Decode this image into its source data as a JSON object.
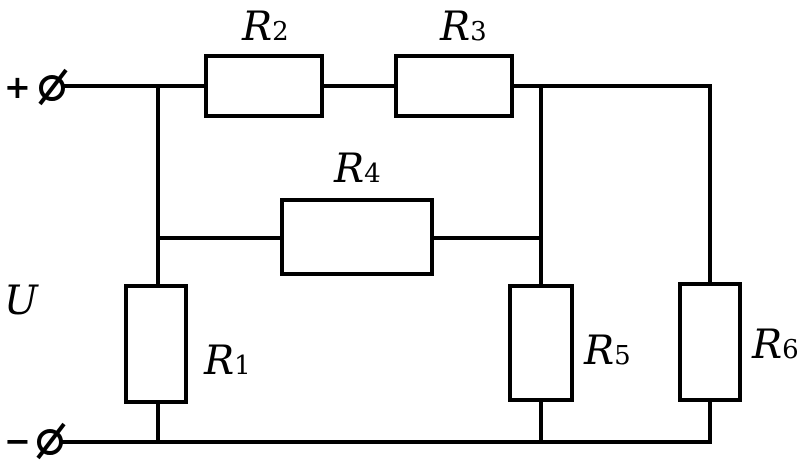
{
  "diagram": {
    "voltage_label": "U",
    "plus_sign": "+",
    "minus_sign": "−",
    "resistors": [
      {
        "id": "R1",
        "letter": "R",
        "index": "1"
      },
      {
        "id": "R2",
        "letter": "R",
        "index": "2"
      },
      {
        "id": "R3",
        "letter": "R",
        "index": "3"
      },
      {
        "id": "R4",
        "letter": "R",
        "index": "4"
      },
      {
        "id": "R5",
        "letter": "R",
        "index": "5"
      },
      {
        "id": "R6",
        "letter": "R",
        "index": "6"
      }
    ]
  }
}
